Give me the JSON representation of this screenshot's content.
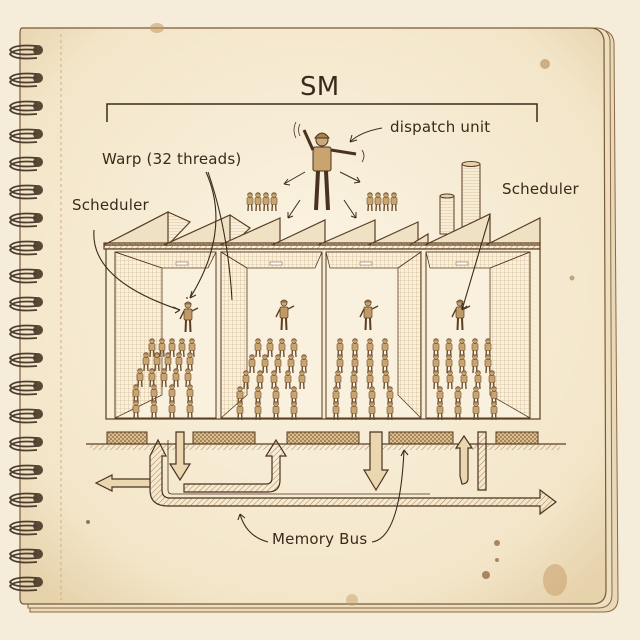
{
  "diagram": {
    "title": "SM",
    "labels": {
      "dispatch_unit": "dispatch unit",
      "warp": "Warp (32 threads)",
      "scheduler_left": "Scheduler",
      "scheduler_right": "Scheduler",
      "memory_bus": "Memory Bus"
    },
    "metaphor": "factory",
    "rooms": [
      {
        "id": 1,
        "foreman": true,
        "workers": 32
      },
      {
        "id": 2,
        "foreman": true,
        "workers": 32
      },
      {
        "id": 3,
        "foreman": true,
        "workers": 32
      },
      {
        "id": 4,
        "foreman": true,
        "workers": 32
      }
    ],
    "colors": {
      "paper": "#f7eedb",
      "ink": "#3a2a1c",
      "sepia": "#b08a5a",
      "sepia_light": "#e6d3ad",
      "stain": "#c39a63",
      "spiral": "#5a4a3a"
    }
  }
}
